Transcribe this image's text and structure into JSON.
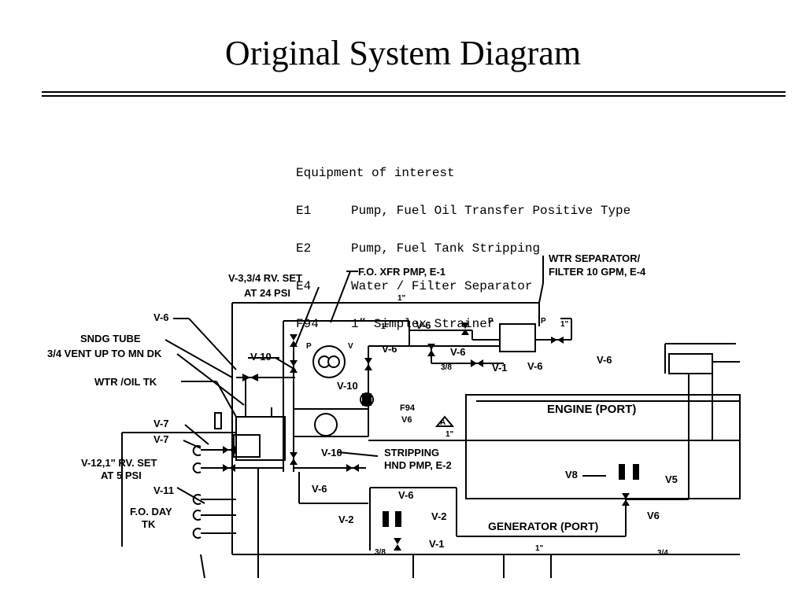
{
  "title": "Original System Diagram",
  "legend": {
    "heading": "Equipment of interest",
    "items": [
      {
        "code": "E1",
        "text": "Pump, Fuel Oil Transfer Positive Type"
      },
      {
        "code": "E2",
        "text": "Pump, Fuel Tank Stripping"
      },
      {
        "code": "E4",
        "text": "Water / Filter Separator"
      },
      {
        "code": "F94",
        "text": "1” Simplex Strainer"
      }
    ]
  },
  "diagram": {
    "labels": {
      "v3_rv": "V-3,3/4 RV. SET",
      "at_24": "AT 24 PSI",
      "fo_xfr": "F.O. XFR PMP, E-1",
      "wtr_sep": "WTR SEPARATOR/",
      "filter": "FILTER 10 GPM, E-4",
      "v6_top": "V-6",
      "sndg_tube": "SNDG TUBE",
      "vent": "3/4 VENT UP TO MN DK",
      "v10_a": "V-10",
      "wtr_oil": "WTR /OIL TK",
      "v7_a": "V-7",
      "v7_b": "V-7",
      "v12": "V-12,1\" RV. SET",
      "at_5": "AT 5 PSI",
      "v11": "V-11",
      "fo_day": "F.O. DAY",
      "tk": "TK",
      "v6_b": "V-6",
      "v6_c": "V-6",
      "v6_d": "V-6",
      "v6_e": "V-6",
      "v6_f": "V-6",
      "v6_g": "V-6",
      "v6_h": "V-6",
      "v1_a": "V-1",
      "v1_b": "V-1",
      "v10_b": "V-10",
      "v10_c": "V-10",
      "f94": "F94",
      "v6_small": "V6",
      "stripping": "STRIPPING",
      "hnd_pmp": "HND PMP, E-2",
      "engine": "ENGINE (PORT)",
      "v8": "V8",
      "v5": "V5",
      "v6_r": "V6",
      "v2_a": "V-2",
      "v2_b": "V-2",
      "generator": "GENERATOR (PORT)",
      "a_mark": "A",
      "pipe_1a": "1\"",
      "pipe_1b": "1\"",
      "pipe_1c": "1\"",
      "pipe_1d": "1\"",
      "pipe_1e": "1\"",
      "pipe_38a": "3/8",
      "pipe_38b": "3/8",
      "pipe_34": "3/4",
      "p_a": "P",
      "v_a": "V",
      "p_b": "P",
      "p_c": "P"
    }
  }
}
